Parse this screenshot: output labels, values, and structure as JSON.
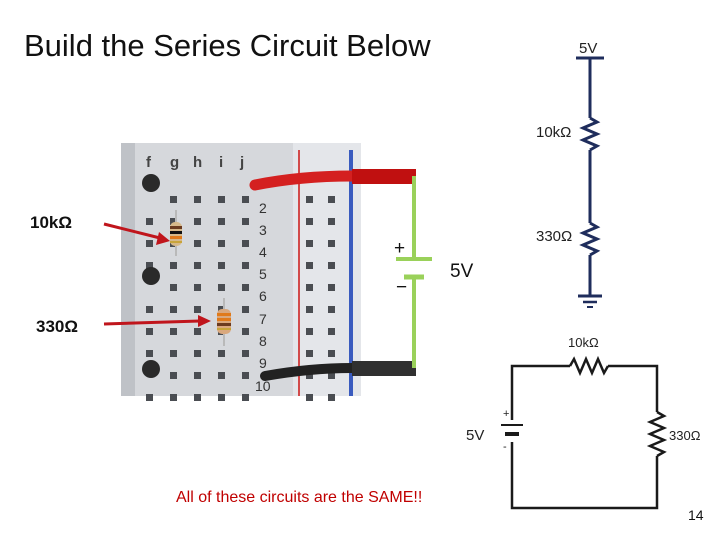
{
  "slide": {
    "title": "Build the Series Circuit Below",
    "note": "All of these circuits are the SAME!!",
    "page_number": "14"
  },
  "vertical_schematic": {
    "supply_label": "5V",
    "r1_label": "10kΩ",
    "r2_label": "330Ω"
  },
  "breadboard_photo": {
    "column_letters": [
      "f",
      "g",
      "h",
      "i",
      "j"
    ],
    "row_numbers": [
      "2",
      "3",
      "4",
      "5",
      "6",
      "7",
      "8",
      "9",
      "10"
    ],
    "r1_callout": "10kΩ",
    "r2_callout": "330Ω",
    "battery_plus": "+",
    "battery_minus": "−",
    "battery_label": "5V"
  },
  "loop_schematic": {
    "r1_label": "10kΩ",
    "r2_label": "330Ω",
    "battery_label": "5V",
    "plus": "+",
    "minus": "-"
  },
  "colors": {
    "wire_navy": "#1f2d5c",
    "callout_arrow": "#c0151c",
    "red_wire": "#d42020",
    "black_wire": "#222222",
    "green_lead": "#9ad15a",
    "note_text": "#c00000"
  }
}
